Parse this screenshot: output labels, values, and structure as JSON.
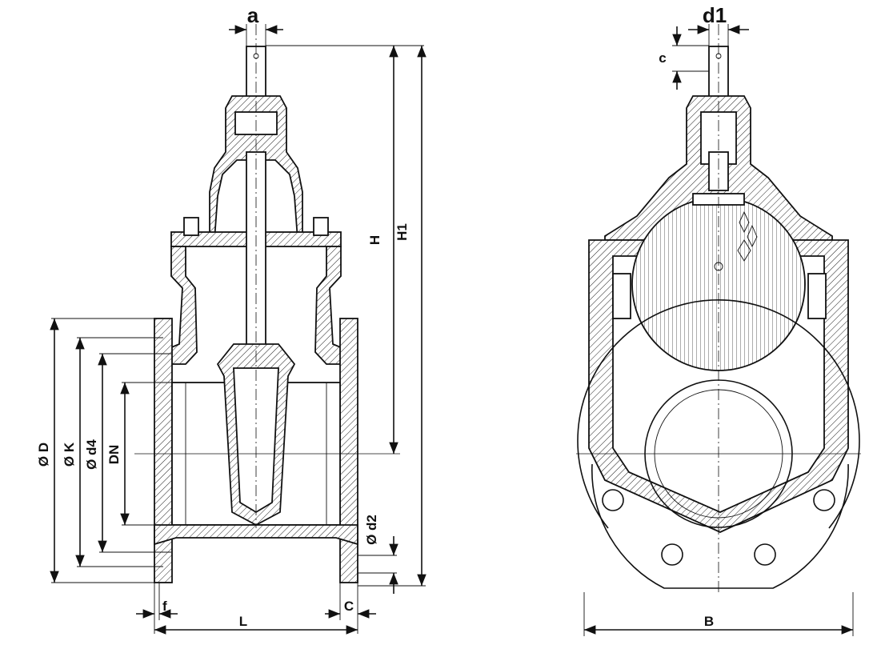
{
  "labels": {
    "a": "a",
    "d1": "d1",
    "c": "c",
    "H": "H",
    "H1": "H1",
    "OD": "Ø D",
    "OK": "Ø K",
    "Od4": "Ø d4",
    "DN": "DN",
    "Od2": "Ø d2",
    "f": "f",
    "L": "L",
    "C": "C",
    "B": "B"
  }
}
